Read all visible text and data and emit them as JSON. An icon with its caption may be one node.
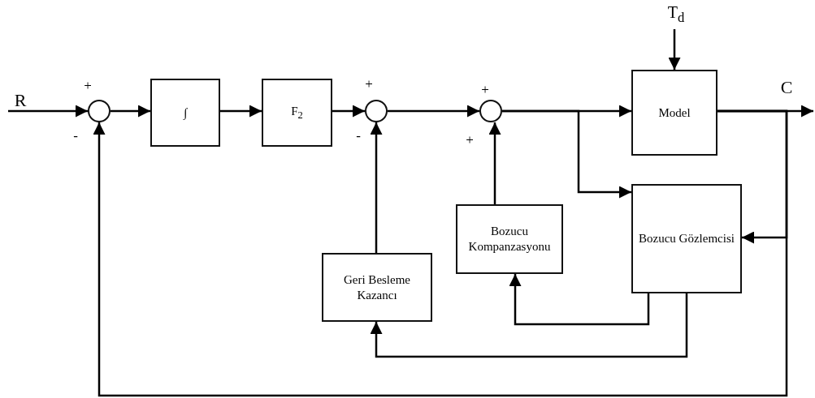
{
  "diagram": {
    "nodes": [
      {
        "text": [],
        "shape": "circle"
      },
      {
        "text": [
          "∫"
        ]
      },
      {
        "text": [
          "F$_{2}$"
        ]
      },
      {
        "text": [],
        "shape": "circle"
      },
      {
        "text": [],
        "shape": "circle"
      },
      {
        "text": [
          "Model"
        ]
      },
      {
        "text": [
          "Bozucu Kompanzasyonu"
        ]
      },
      {
        "text": [
          "Bozucu Gözlemcisi"
        ]
      },
      {
        "text": [
          "Geri Besleme Kazancı"
        ]
      }
    ],
    "edges": [
      {
        "from": null,
        "to": 0,
        "arrow": "to"
      },
      {
        "from": 0,
        "to": 1,
        "arrow": "to"
      },
      {
        "from": 1,
        "to": 2,
        "arrow": "to"
      },
      {
        "from": 2,
        "to": 3,
        "arrow": "to"
      },
      {
        "from": 3,
        "to": 4,
        "arrow": "to"
      },
      {
        "from": 4,
        "to": 5,
        "arrow": "to"
      },
      {
        "from": 4,
        "to": 7,
        "arrow": "to"
      },
      {
        "from": null,
        "to": 5,
        "arrow": "to"
      },
      {
        "from": 5,
        "to": null,
        "arrow": "to"
      },
      {
        "from": 5,
        "to": 7,
        "arrow": "to"
      },
      {
        "from": 5,
        "to": 0,
        "arrow": "to"
      },
      {
        "from": 6,
        "to": 4,
        "arrow": "to"
      },
      {
        "from": 7,
        "to": 6,
        "arrow": "to"
      },
      {
        "from": 7,
        "to": 8,
        "arrow": "to"
      },
      {
        "from": 8,
        "to": 3,
        "arrow": "to"
      }
    ],
    "labels": [
      "T$_{d}$",
      "R",
      "+",
      "+",
      "C",
      "+",
      "-",
      "-",
      "+"
    ]
  }
}
